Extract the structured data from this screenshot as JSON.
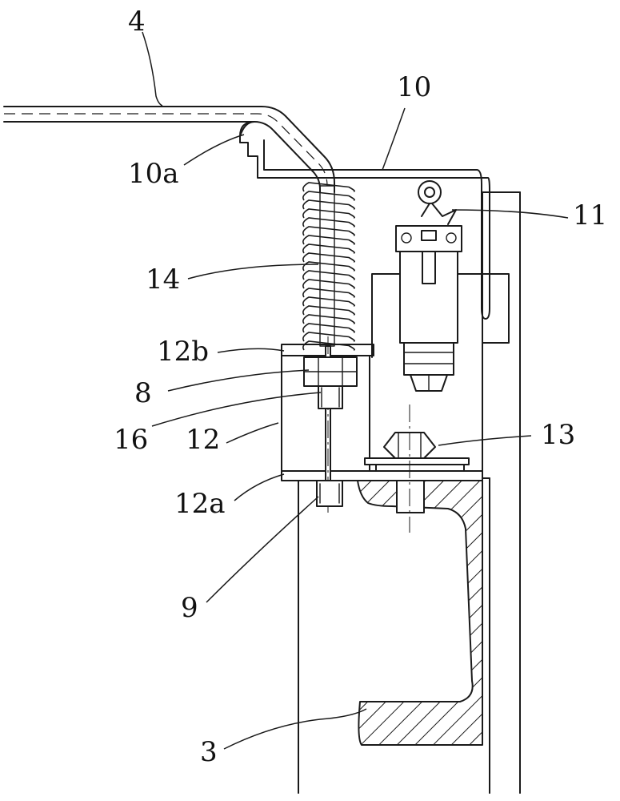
{
  "figure": {
    "labels": {
      "plate_4": "4",
      "bracket_10": "10",
      "hook_10a": "10a",
      "switch_11": "11",
      "spring_14": "14",
      "top_12b": "12b",
      "nut_8": "8",
      "thread_16": "16",
      "block_12": "12",
      "bolt_13": "13",
      "base_12a": "12a",
      "nut_9": "9",
      "frame_3": "3"
    }
  }
}
